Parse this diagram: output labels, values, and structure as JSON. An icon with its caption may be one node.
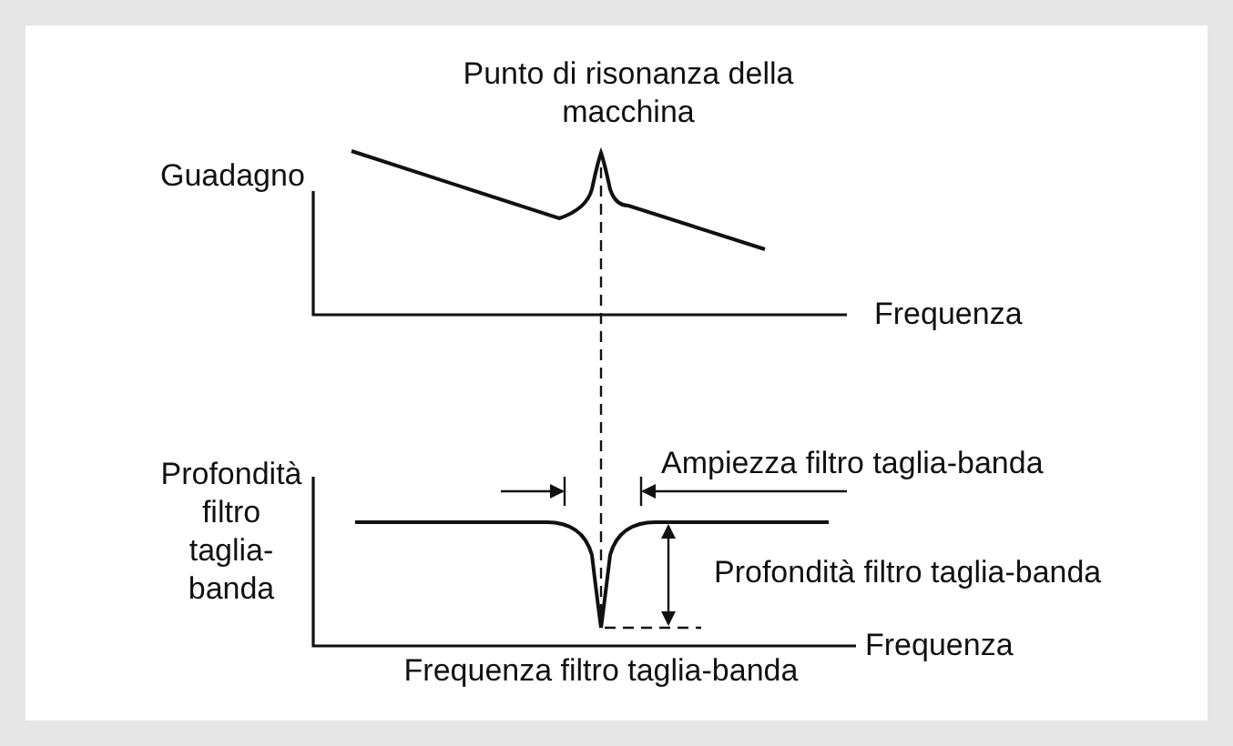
{
  "diagram": {
    "labels": [
      "Guadagno",
      "Punto di risonanza della macchina",
      "Frequenza",
      "Ampiezza filtro taglia-banda",
      "Profondità filtro taglia-banda",
      "Profondità filtro taglia-banda",
      "Frequenza",
      "Frequenza filtro taglia-banda"
    ]
  }
}
